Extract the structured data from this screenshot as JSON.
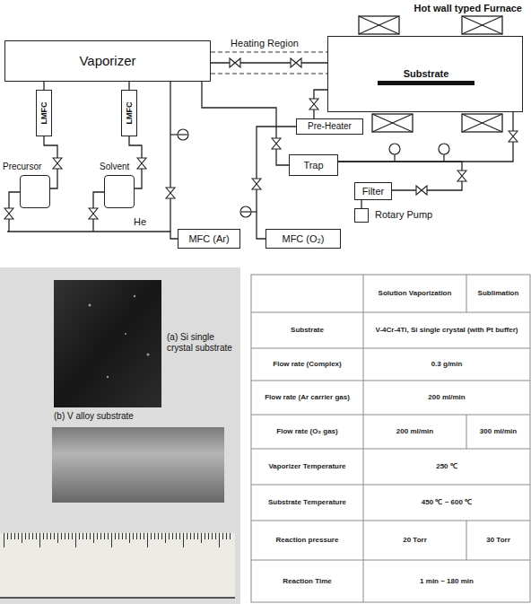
{
  "diagram": {
    "nodes": [
      {
        "text": [
          "Hot wall typed Furnace"
        ]
      },
      {
        "text": [
          "Substrate"
        ],
        "in": 0
      },
      {
        "text": [
          "Vaporizer"
        ]
      },
      {
        "text": [
          "Pre-Heater"
        ]
      },
      {
        "text": [
          "LMFC"
        ]
      },
      {
        "text": [
          "LMFC"
        ]
      },
      {
        "text": [
          "Trap"
        ]
      },
      {
        "text": [
          "Precursor"
        ]
      },
      {
        "text": [
          "Solvent"
        ]
      },
      {
        "text": [
          "Filter"
        ]
      },
      {
        "text": [
          "MFC (Ar)"
        ]
      },
      {
        "text": [
          "MFC (O₂)"
        ]
      },
      {
        "text": [
          "Rotary Pump"
        ]
      }
    ],
    "edges": [
      {
        "from": 2,
        "to": 0,
        "arrow": "none"
      },
      {
        "from": 7,
        "to": 4,
        "arrow": "none"
      },
      {
        "from": 4,
        "to": 2,
        "arrow": "none"
      },
      {
        "from": 8,
        "to": 5,
        "arrow": "none"
      },
      {
        "from": 5,
        "to": 2,
        "arrow": "none"
      },
      {
        "from": 10,
        "to": 2,
        "arrow": "none"
      },
      {
        "from": 11,
        "to": 3,
        "arrow": "none"
      },
      {
        "from": 3,
        "to": 0,
        "arrow": "none"
      },
      {
        "from": 2,
        "to": 6,
        "arrow": "none"
      },
      {
        "from": 0,
        "to": 6,
        "arrow": "none"
      },
      {
        "from": 6,
        "to": 9,
        "arrow": "none"
      },
      {
        "from": 9,
        "to": 12,
        "arrow": "none"
      }
    ],
    "labels": [
      "Heating Region",
      "He",
      "(a) Si single crystal substrate",
      "(b) V alloy substrate",
      "Solution Vaporization",
      "Sublimation",
      "Substrate",
      "V-4Cr-4Ti, Si single crystal (with Pt buffer)",
      "Flow rate (Complex)",
      "0.3 g/min",
      "Flow rate (Ar carrier gas)",
      "200 ml/min",
      "Flow rate (O₂ gas)",
      "200 ml/min",
      "300 ml/min",
      "Vaporizer Temperature",
      "250 ℃",
      "Substrate Temperature",
      "450 ℃ ~ 600 ℃",
      "Reaction pressure",
      "20 Torr",
      "30 Torr",
      "Reaction Time",
      "1 min ~ 180 min"
    ]
  }
}
